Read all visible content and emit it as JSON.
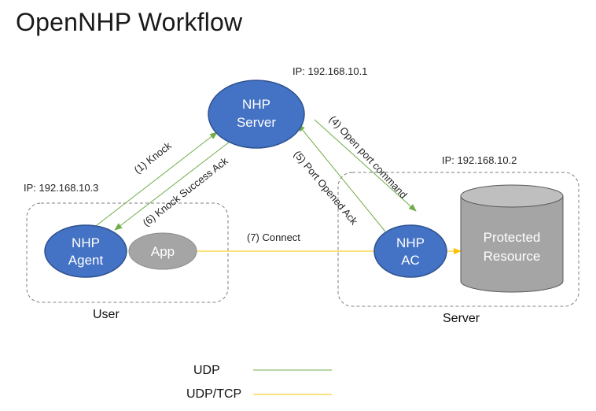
{
  "title": "OpenNHP Workflow",
  "colors": {
    "node_blue": "#4472C4",
    "node_blue_border": "#2F528F",
    "node_gray": "#A5A5A5",
    "udp_line": "#70AD47",
    "tcp_line": "#FFC000",
    "group_border": "#7F7F7F"
  },
  "nodes": {
    "server": {
      "line1": "NHP",
      "line2": "Server",
      "ip": "IP: 192.168.10.1"
    },
    "agent": {
      "line1": "NHP",
      "line2": "Agent"
    },
    "app": {
      "label": "App"
    },
    "ac": {
      "line1": "NHP",
      "line2": "AC"
    },
    "resource": {
      "line1": "Protected",
      "line2": "Resource"
    }
  },
  "groups": {
    "user": {
      "label": "User",
      "ip": "IP: 192.168.10.3"
    },
    "server": {
      "label": "Server",
      "ip": "IP: 192.168.10.2"
    }
  },
  "edges": {
    "knock": "(1) Knock",
    "knock_ack": "(6) Knock Success Ack",
    "open_port": "(4) Open port command",
    "port_opened": "(5) Port Opened Ack",
    "connect": "(7) Connect"
  },
  "legend": {
    "udp": "UDP",
    "udp_tcp": "UDP/TCP"
  }
}
